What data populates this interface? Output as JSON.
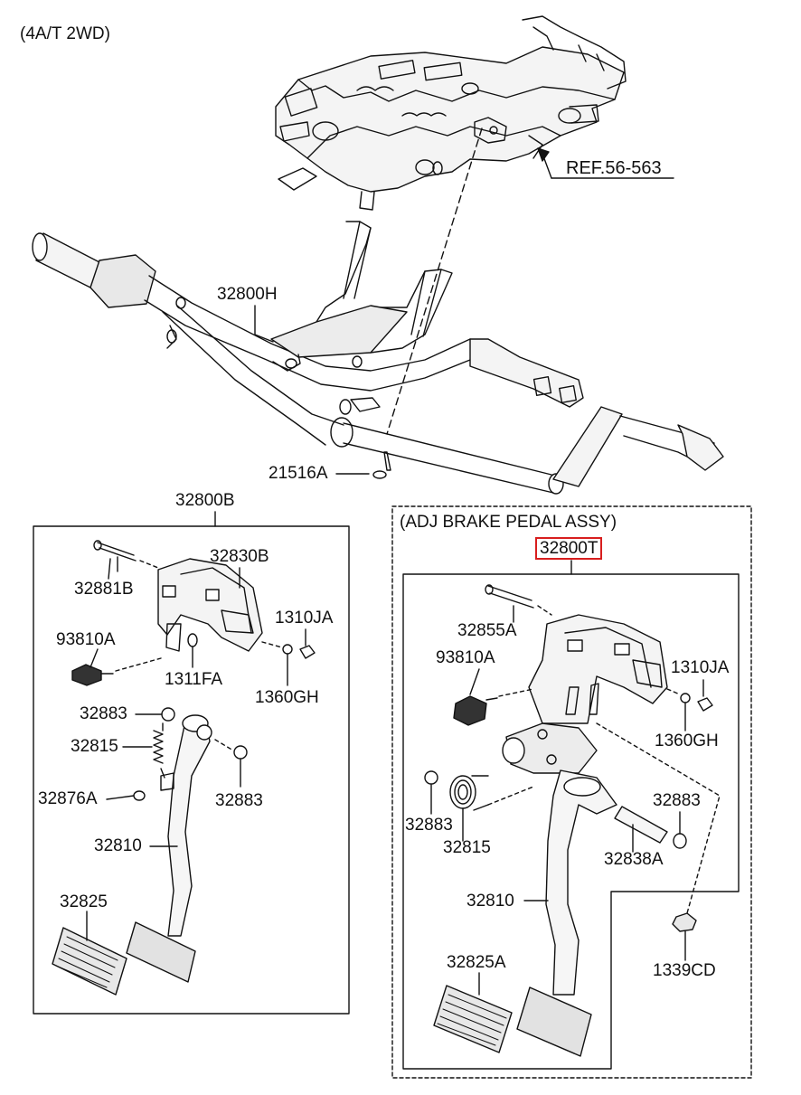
{
  "header": {
    "variant": "(4A/T 2WD)"
  },
  "upper": {
    "ref": "REF.56-563",
    "beam": "32800H",
    "bolt": "21516A"
  },
  "left_group": {
    "assy": "32800B",
    "labels": {
      "bracket": "32830B",
      "pin": "32881B",
      "nut": "1310JA",
      "switch": "93810A",
      "bolt": "1311FA",
      "washer": "1360GH",
      "bush_top": "32883",
      "spring": "32815",
      "stopper": "32876A",
      "bush_right": "32883",
      "arm": "32810",
      "pad": "32825"
    }
  },
  "right_group": {
    "caption": "(ADJ BRAKE PEDAL ASSY)",
    "assy": "32800T",
    "highlight_color": "#d81e1e",
    "labels": {
      "pin": "32855A",
      "switch": "93810A",
      "nut": "1310JA",
      "washer": "1360GH",
      "bush_right": "32883",
      "bush_left": "32883",
      "spring": "32815",
      "shaft": "32838A",
      "arm": "32810",
      "pad": "32825A",
      "flange_nut": "1339CD"
    }
  }
}
